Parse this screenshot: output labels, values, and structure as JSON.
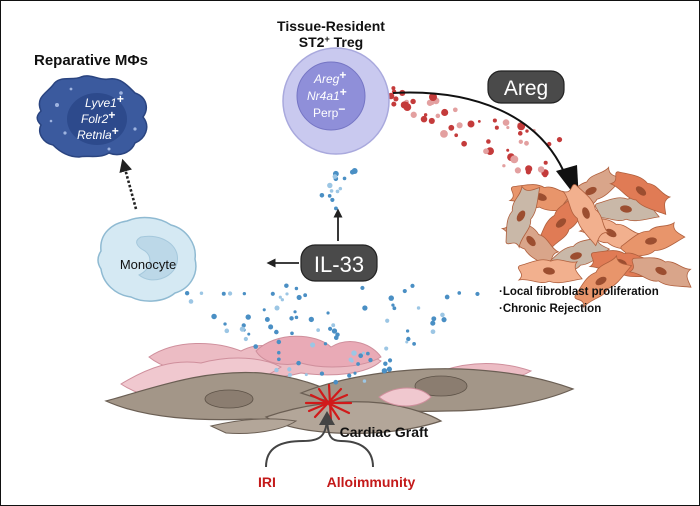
{
  "title": {
    "treg_line1": "Tissue-Resident",
    "treg_line2_main": "ST2",
    "treg_line2_sup": "+",
    "treg_line2_tail": " Treg",
    "macrophage": "Reparative MΦs"
  },
  "treg_markers": [
    {
      "name": "Areg",
      "sign": "+"
    },
    {
      "name": "Nr4a1",
      "sign": "+"
    },
    {
      "name": "Perp",
      "sign": "−"
    }
  ],
  "macrophage_markers": [
    {
      "name": "Lyve1",
      "sign": "+"
    },
    {
      "name": "Folr2",
      "sign": "+"
    },
    {
      "name": "Retnla",
      "sign": "+"
    }
  ],
  "labels": {
    "monocyte": "Monocyte",
    "il33": "IL-33",
    "areg": "Areg",
    "cardiac_graft": "Cardiac Graft",
    "iri": "IRI",
    "alloimmunity": "Alloimmunity"
  },
  "outcomes": [
    "·Local fibroblast proliferation",
    "·Chronic Rejection"
  ],
  "colors": {
    "treg_outer": "#c9c9ef",
    "treg_inner": "#8f8fd9",
    "macrophage": "#3b5a9e",
    "monocyte": "#d5e9f3",
    "il33_dot": "#4a8fc4",
    "areg_dot": "#c43b3b",
    "badge": "#4a4a4a",
    "fibroblast": "#e8956b",
    "red_text": "#c41a1a"
  }
}
